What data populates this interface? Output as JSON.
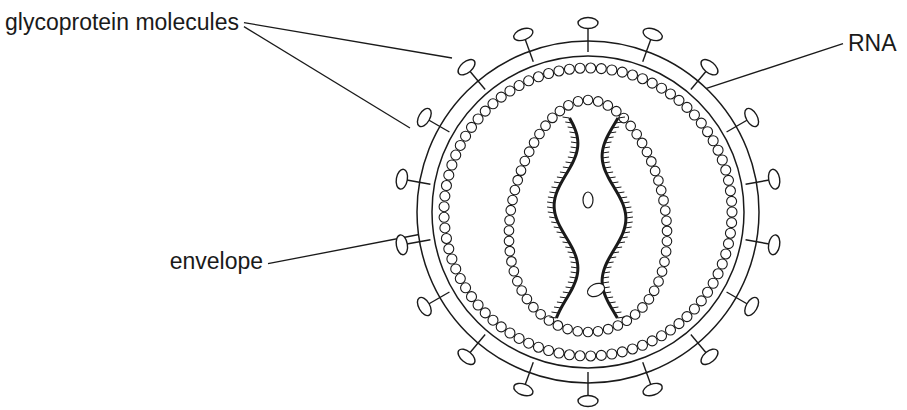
{
  "diagram": {
    "labels": [
      "glycoprotein molecules",
      "RNA",
      "envelope"
    ]
  }
}
